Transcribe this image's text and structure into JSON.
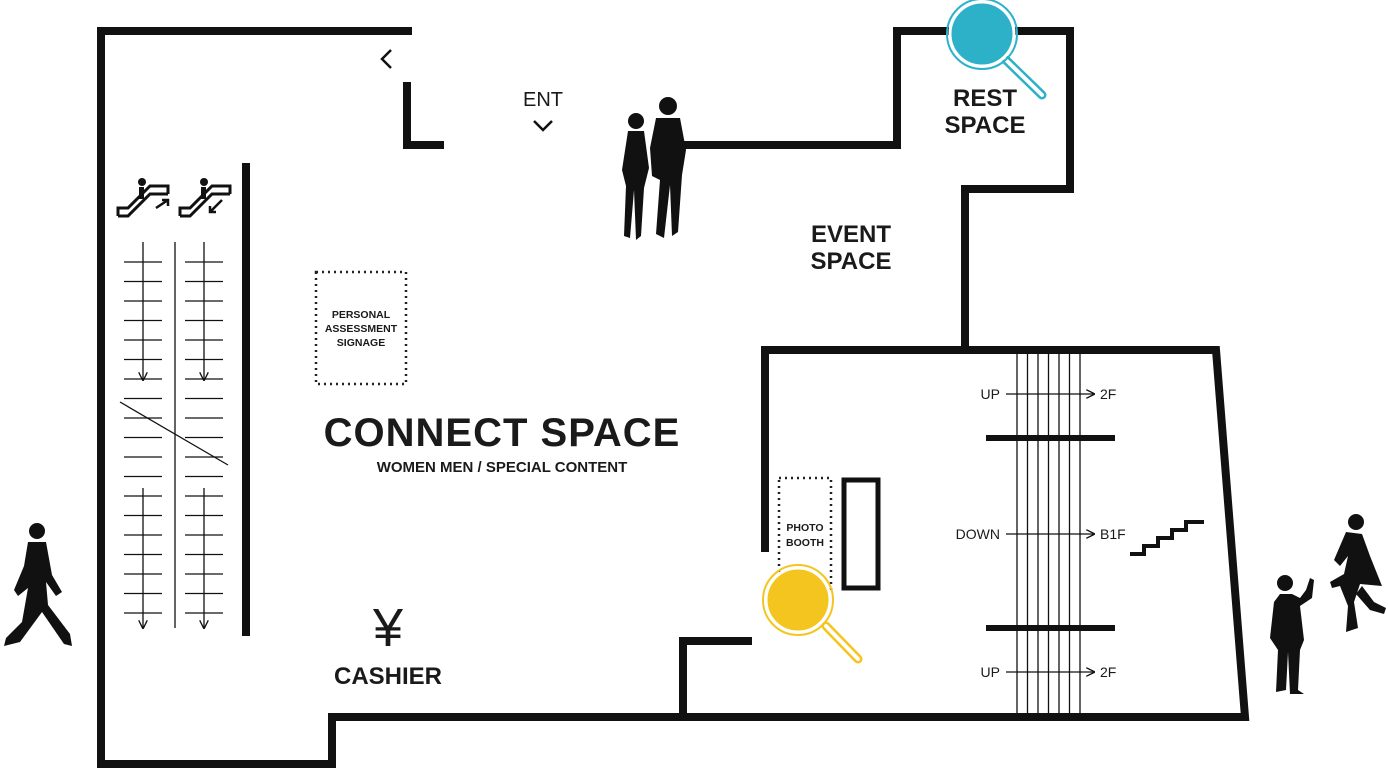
{
  "floor": {
    "entrance": {
      "label": "ENT"
    },
    "connect_space": {
      "title": "CONNECT SPACE",
      "subtitle": "WOMEN  MEN / SPECIAL CONTENT"
    },
    "rest_space": {
      "line1": "REST",
      "line2": "SPACE",
      "marker_color": "#2db1c8"
    },
    "event_space": {
      "line1": "EVENT",
      "line2": "SPACE"
    },
    "signage": {
      "line1": "PERSONAL",
      "line2": "ASSESSMENT",
      "line3": "SIGNAGE"
    },
    "photo_booth": {
      "line1": "PHOTO",
      "line2": "BOOTH",
      "marker_color": "#f5c51f"
    },
    "cashier": {
      "symbol": "¥",
      "label": "CASHIER"
    },
    "stairs": {
      "up_top": {
        "from": "UP",
        "to": "2F"
      },
      "down": {
        "from": "DOWN",
        "to": "B1F"
      },
      "up_bottom": {
        "from": "UP",
        "to": "2F"
      }
    },
    "icons": {
      "back": "chevron-left-icon",
      "entrance": "chevron-down-icon",
      "escalator_up": "escalator-up-icon",
      "escalator_down": "escalator-down-icon",
      "stairs": "stairs-icon",
      "rest_marker": "magnifier-icon",
      "photo_marker": "magnifier-icon"
    }
  }
}
